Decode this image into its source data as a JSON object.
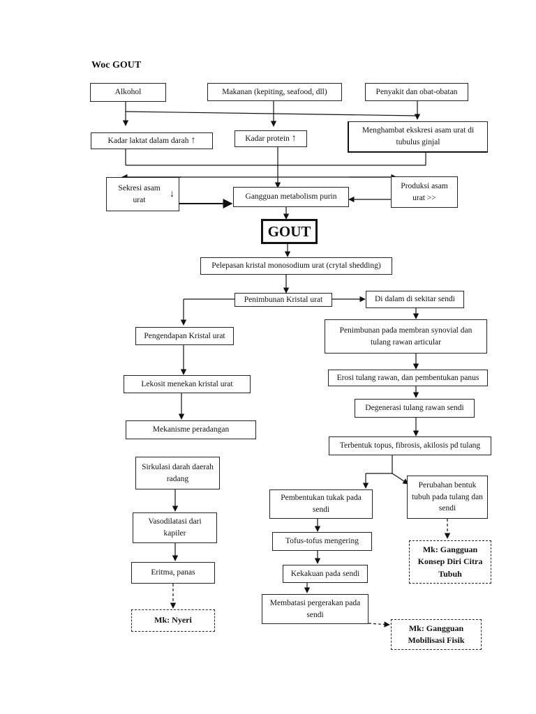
{
  "title": "Woc GOUT",
  "nodes": {
    "alkohol": "Alkohol",
    "makanan": "Makanan  (kepiting, seafood, dll)",
    "penyakit": "Penyakit dan obat-obatan",
    "laktat": "Kadar laktat dalam darah",
    "protein": "Kadar protein",
    "menghambat": "Menghambat ekskresi asam urat di tubulus ginjal",
    "sekresi": "Sekresi asam urat",
    "gangguan_purin": "Gangguan  metabolism purin",
    "produksi": "Produksi  asam urat >>",
    "gout": "GOUT",
    "pelepasan": "Pelepasan kristal monosodium urat (crytal shedding)",
    "penimbunan_kristal": "Penimbunan Kristal urat",
    "di_dalam": "Di dalam di sekitar sendi",
    "pengendapan": "Pengendapan  Kristal urat",
    "penimbunan_membran": "Penimbunan pada membran synovial dan tulang rawan articular",
    "lekosit": "Lekosit menekan kristal urat",
    "erosi": "Erosi tulang rawan, dan pembentukan panus",
    "degenerasi": "Degenerasi tulang rawan sendi",
    "mekanisme": "Mekanisme peradangan",
    "terbentuk": "Terbentuk topus,  fibrosis, akilosis pd tulang",
    "sirkulasi": "Sirkulasi darah daerah radang",
    "perubahan": "Perubahan bentuk tubuh pada tulang dan sendi",
    "pembentukan_tukak": "Pembentukan tukak  pada sendi",
    "vasodilatasi": "Vasodilatasi dari kapiler",
    "tofus": "Tofus-tofus mengering",
    "mk_citra": "Mk: Gangguan Konsep Diri Citra Tubuh",
    "eritma": "Eritma, panas",
    "kekakuan": "Kekakuan pada sendi",
    "membatasi": "Membatasi pergerakan pada sendi",
    "mk_nyeri": "Mk: Nyeri",
    "mk_mobilisasi": "Mk: Gangguan Mobilisasi Fisik"
  },
  "symbols": {
    "up": "↑",
    "down": "↓"
  }
}
